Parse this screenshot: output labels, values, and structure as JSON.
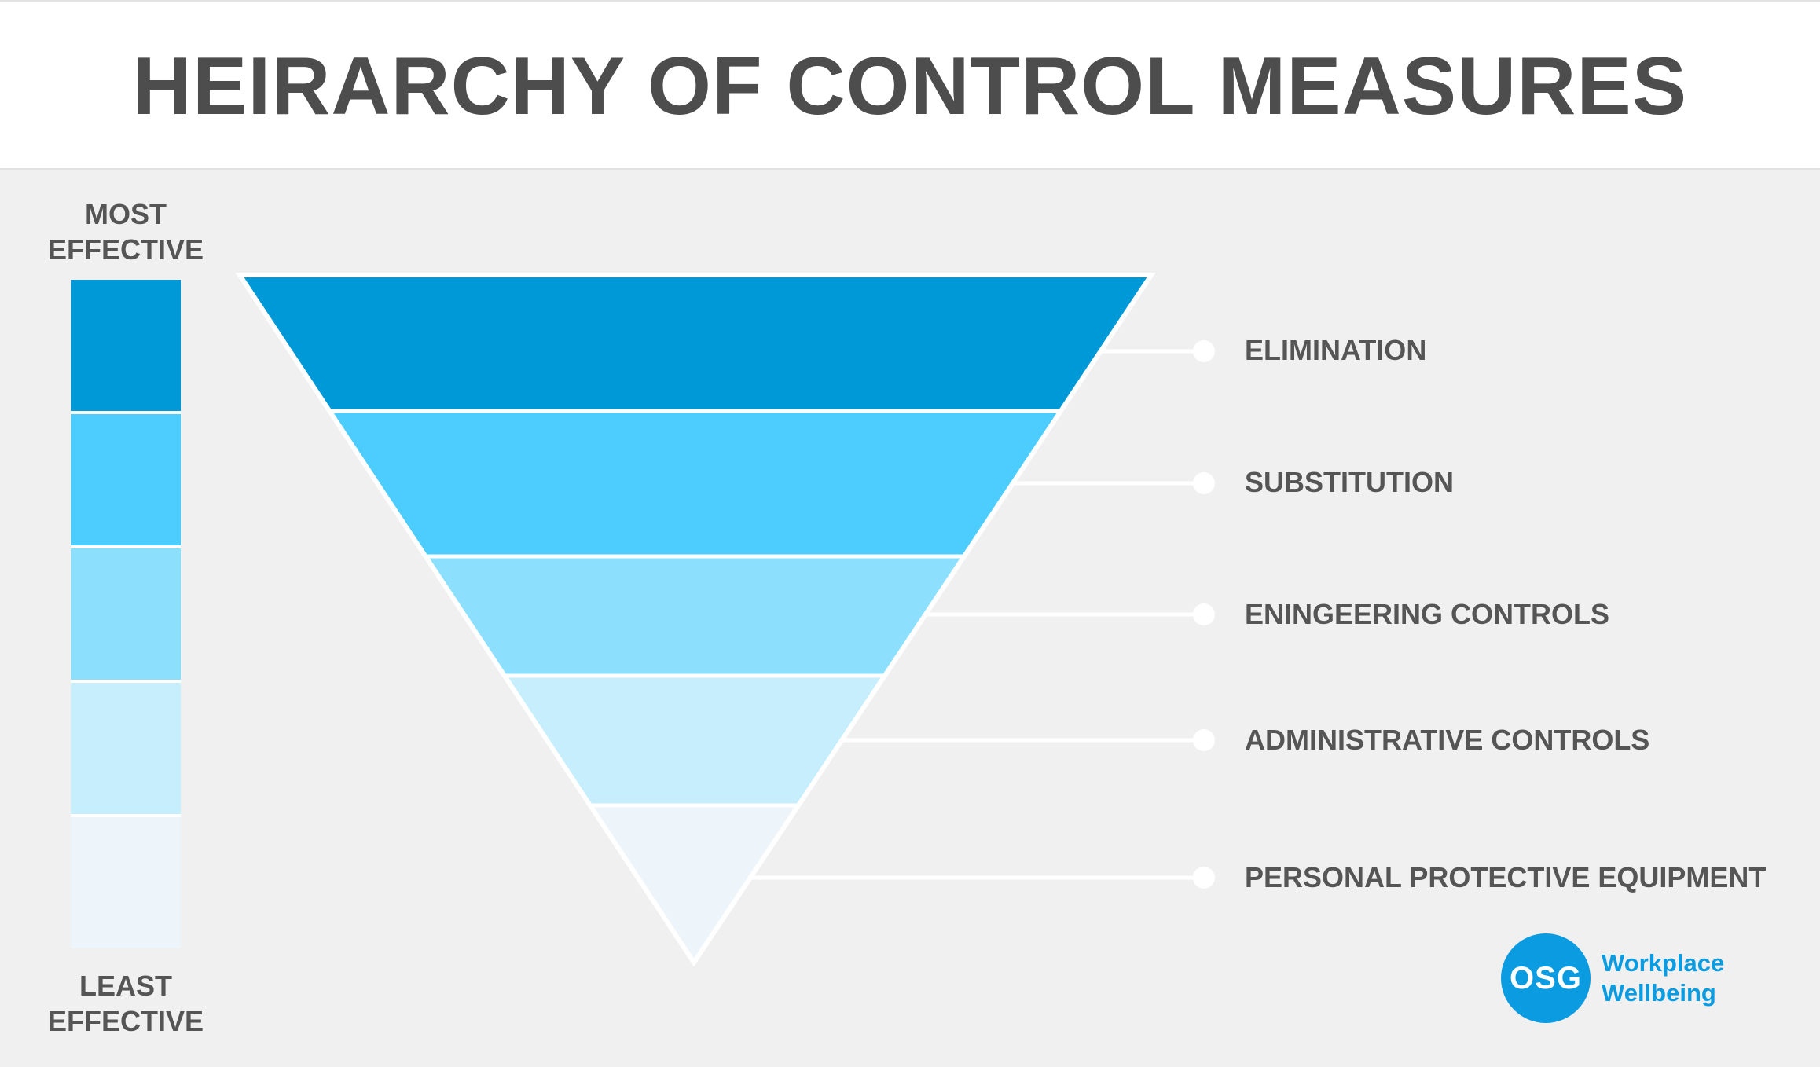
{
  "title": "HEIRARCHY OF CONTROL MEASURES",
  "scale": {
    "top_line1": "MOST",
    "top_line2": "EFFECTIVE",
    "bottom_line1": "LEAST",
    "bottom_line2": "EFFECTIVE",
    "colors": [
      "#0099d8",
      "#4dcdfd",
      "#8ddffe",
      "#c7eefc",
      "#edf5fb"
    ]
  },
  "levels": [
    {
      "label": "ELIMINATION",
      "color": "#0099d8"
    },
    {
      "label": "SUBSTITUTION",
      "color": "#4dcdfd"
    },
    {
      "label": "ENINGEERING CONTROLS",
      "color": "#8ddffe"
    },
    {
      "label": "ADMINISTRATIVE CONTROLS",
      "color": "#c7eefc"
    },
    {
      "label": "PERSONAL PROTECTIVE EQUIPMENT",
      "color": "#edf5fb"
    }
  ],
  "logo": {
    "mark": "OSG",
    "line1": "Workplace",
    "line2": "Wellbeing",
    "color": "#0b9be0"
  }
}
